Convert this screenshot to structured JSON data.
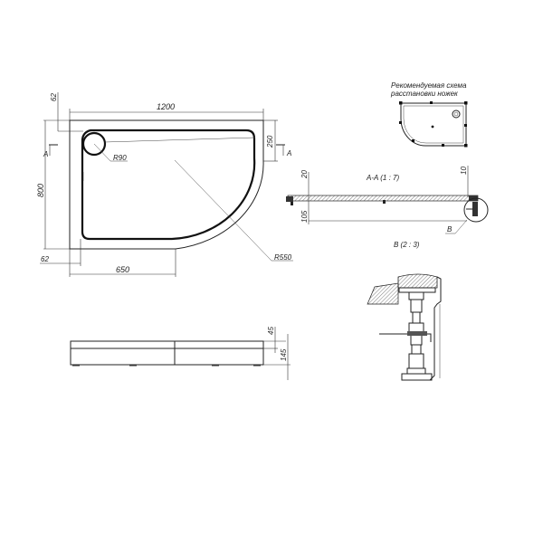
{
  "plan_view": {
    "width_dim": "1200",
    "depth_dim": "800",
    "top_offset_dim": "62",
    "left_offset_dim": "62",
    "straight_length_dim": "650",
    "side_dim": "250",
    "drain_radius_label": "R90",
    "arc_radius_label": "R550",
    "section_marker_left": "A",
    "section_marker_right": "A"
  },
  "legs_scheme": {
    "title_line1": "Рекомендуемая схема",
    "title_line2": "расстановки ножек"
  },
  "section_view": {
    "title": "A-A (1 : 7)",
    "top_left_dim": "20",
    "top_right_dim": "10",
    "height_dim": "105",
    "detail_marker": "B"
  },
  "detail_view": {
    "title": "B (2 : 3)"
  },
  "side_view": {
    "rim_dim": "45",
    "total_height_dim": "145"
  }
}
